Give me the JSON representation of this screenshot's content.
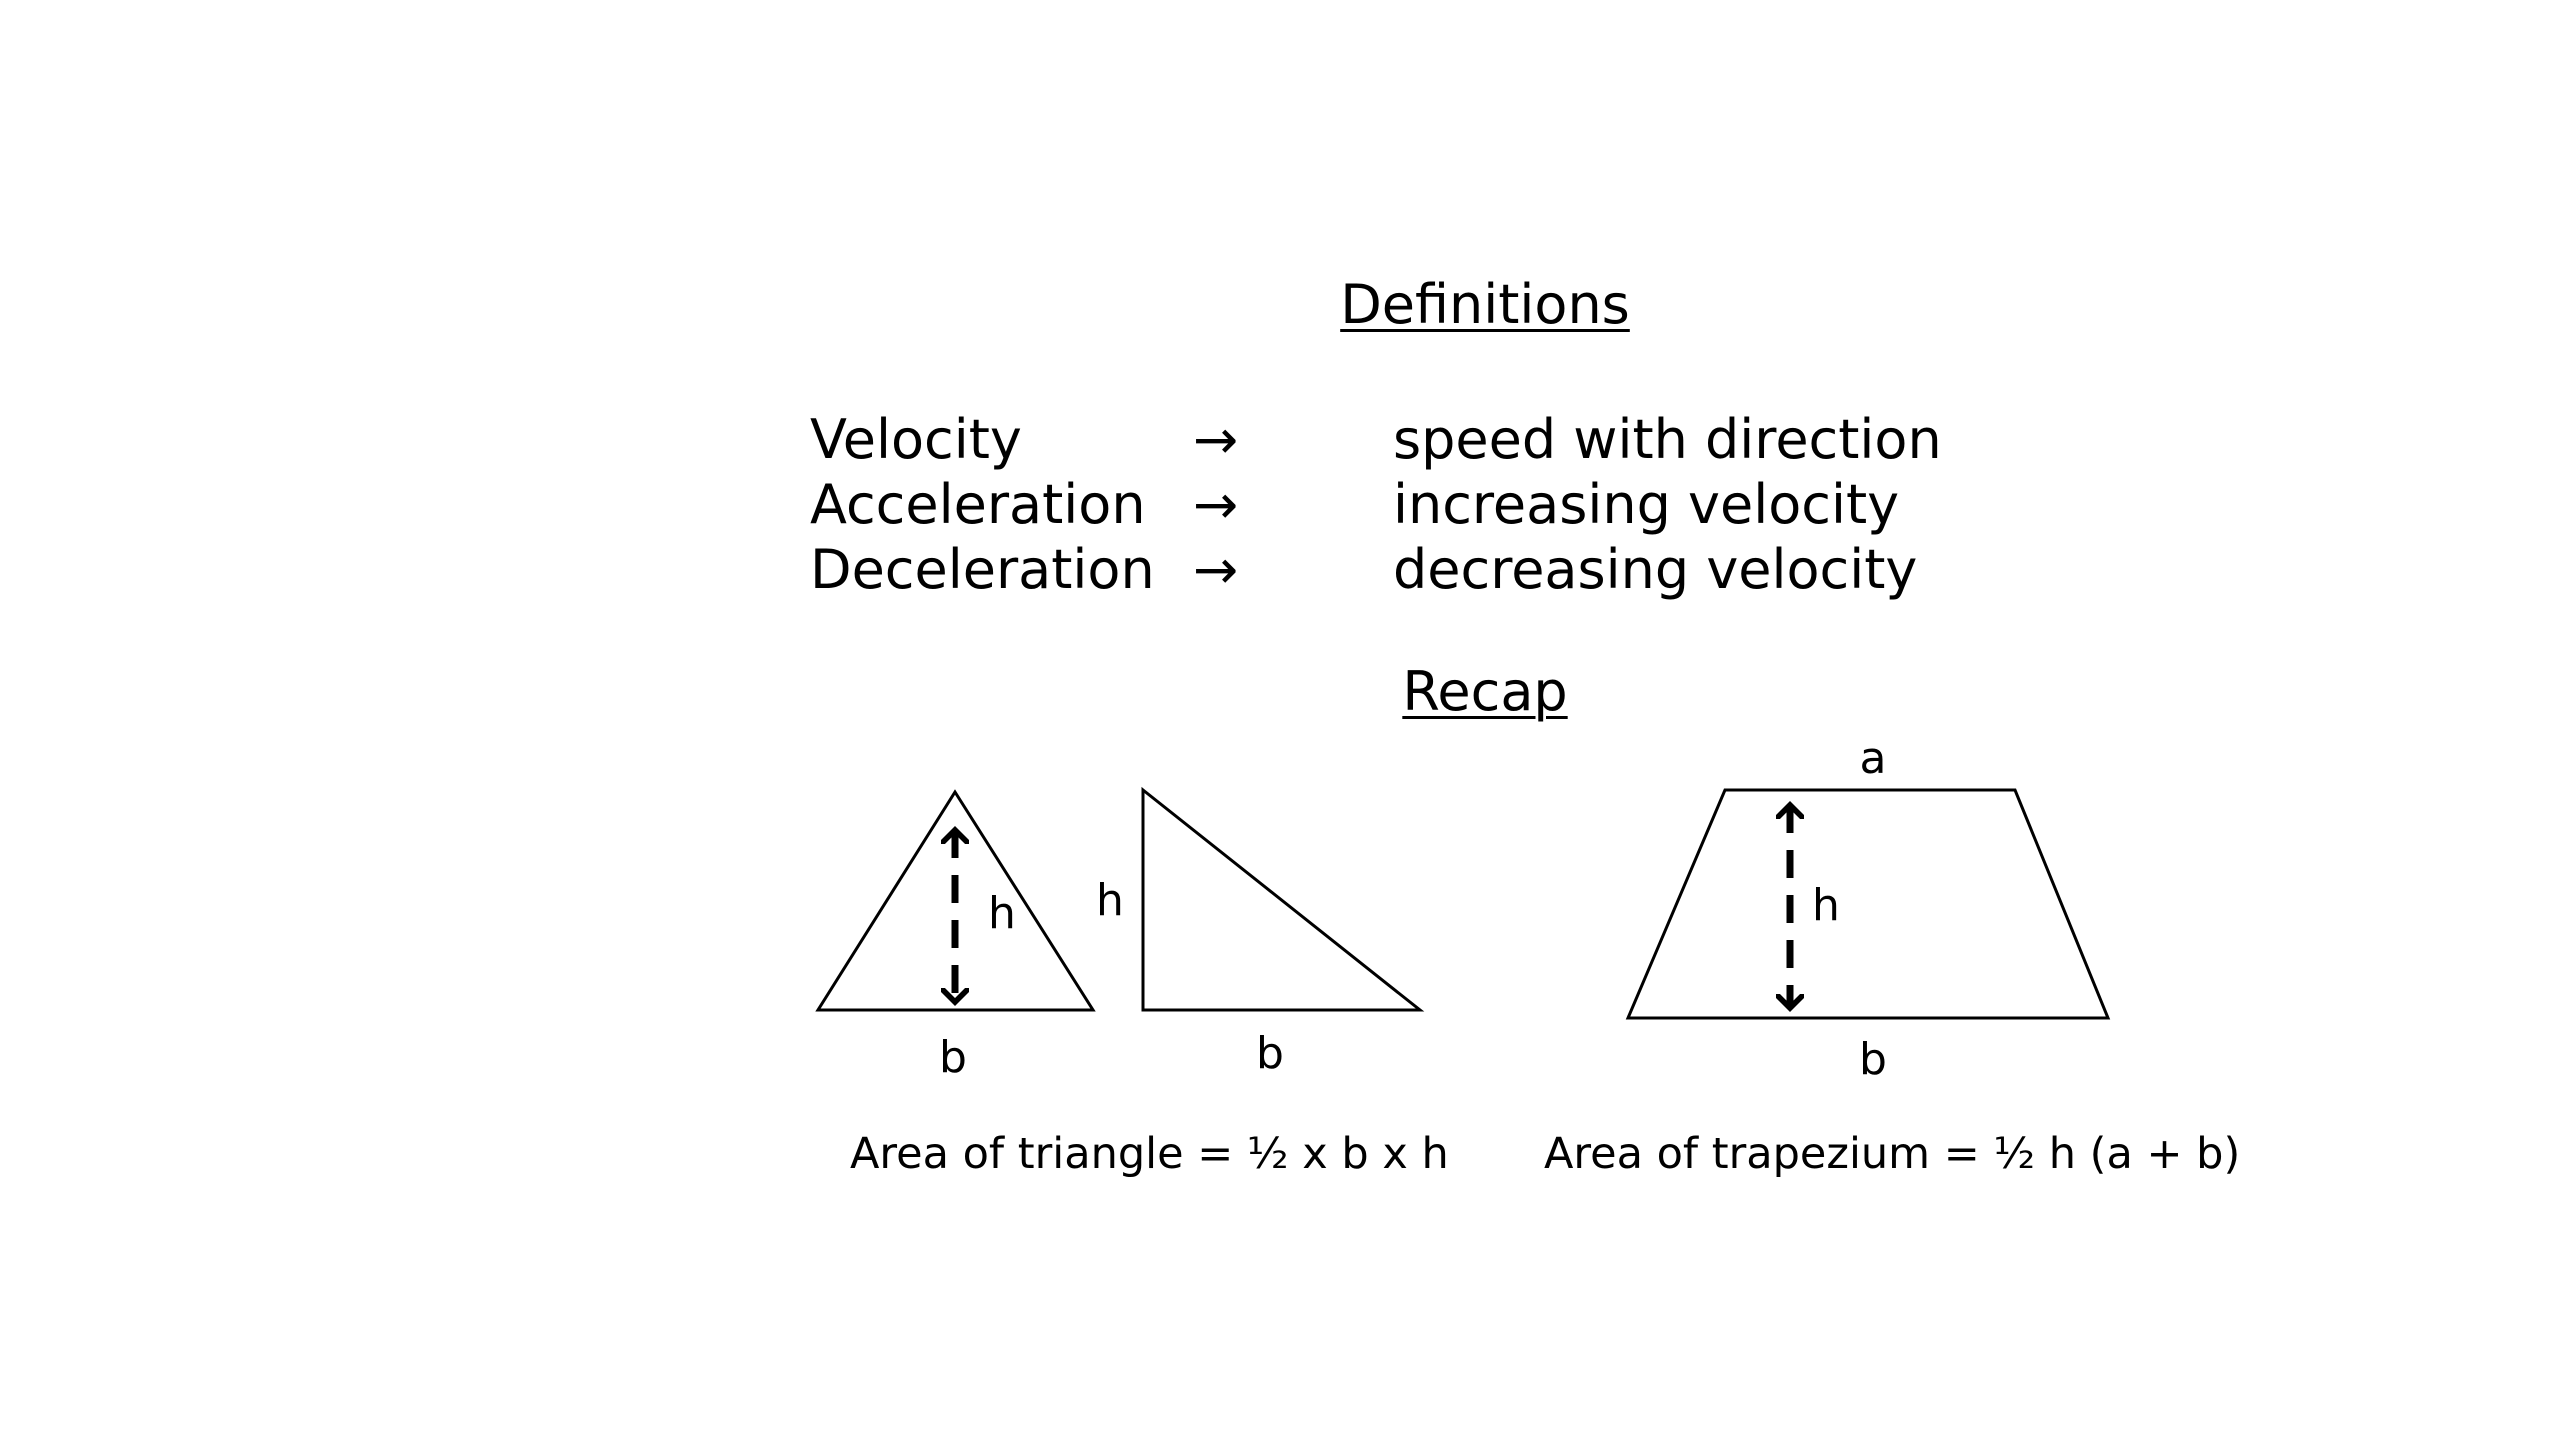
{
  "definitions": {
    "title": "Definitions",
    "rows": [
      {
        "term": "Velocity",
        "arrow": "→",
        "meaning": "speed with direction"
      },
      {
        "term": "Acceleration",
        "arrow": "→",
        "meaning": "increasing velocity"
      },
      {
        "term": "Deceleration",
        "arrow": "→",
        "meaning": "decreasing velocity"
      }
    ]
  },
  "recap": {
    "title": "Recap",
    "triangle_labels": {
      "height": "h",
      "base": "b"
    },
    "right_triangle_labels": {
      "height": "h",
      "base": "b"
    },
    "trapezium_labels": {
      "top": "a",
      "height": "h",
      "base": "b"
    },
    "formulas": {
      "triangle_prefix": "Area of triangle = ",
      "triangle_half": "½",
      "triangle_suffix": " x b x h",
      "trapezium_prefix": "Area of trapezium = ",
      "trapezium_half": "½",
      "trapezium_suffix": " h (a + b)"
    }
  }
}
